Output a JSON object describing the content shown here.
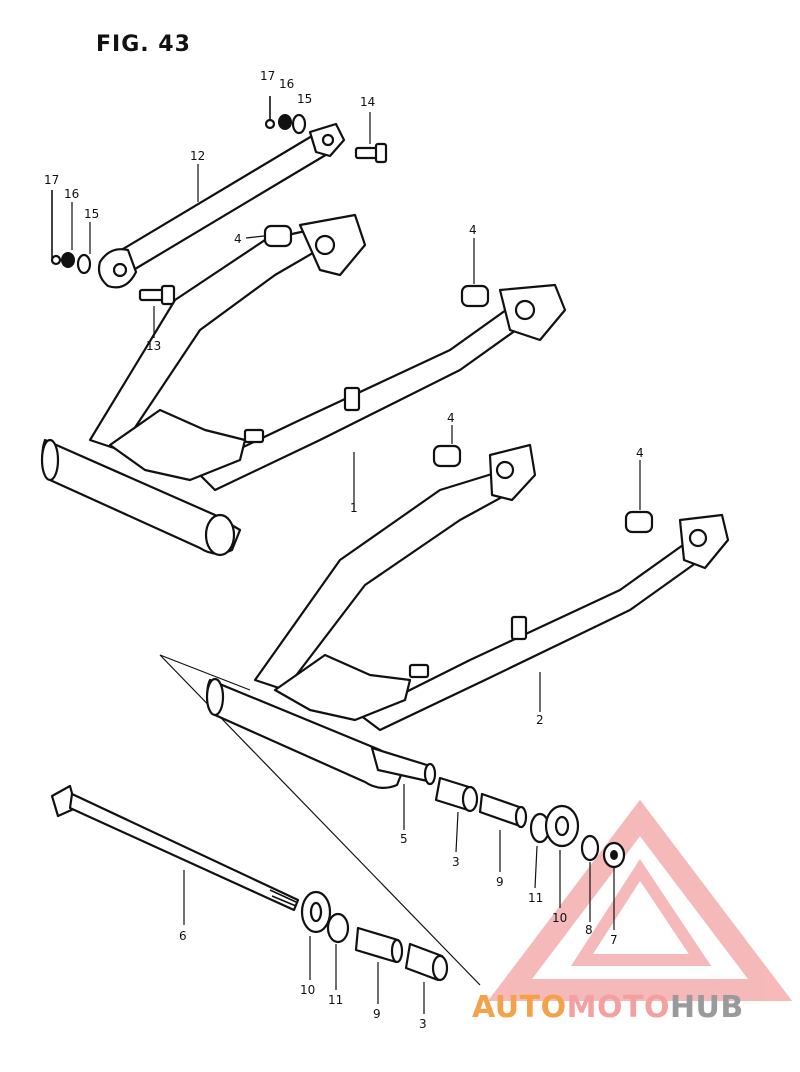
{
  "figure": {
    "title": "FIG. 43"
  },
  "callouts": {
    "c17a": "17",
    "c16a": "16",
    "c15a": "15",
    "c14": "14",
    "c12": "12",
    "c17b": "17",
    "c16b": "16",
    "c15b": "15",
    "c4a": "4",
    "c4b": "4",
    "c13": "13",
    "c1": "1",
    "c4c": "4",
    "c4d": "4",
    "c2": "2",
    "c5": "5",
    "c3a": "3",
    "c9a": "9",
    "c11a": "11",
    "c10a": "10",
    "c8": "8",
    "c7": "7",
    "c6": "6",
    "c10b": "10",
    "c11b": "11",
    "c9b": "9",
    "c3b": "3"
  },
  "watermark": {
    "brand_part1": "AUTO",
    "brand_part2": "MOTO",
    "brand_part3": "HUB",
    "color_primary": "#f08a3c",
    "color_secondary": "#f4a0a0",
    "color_dark": "#9a9a9a"
  }
}
